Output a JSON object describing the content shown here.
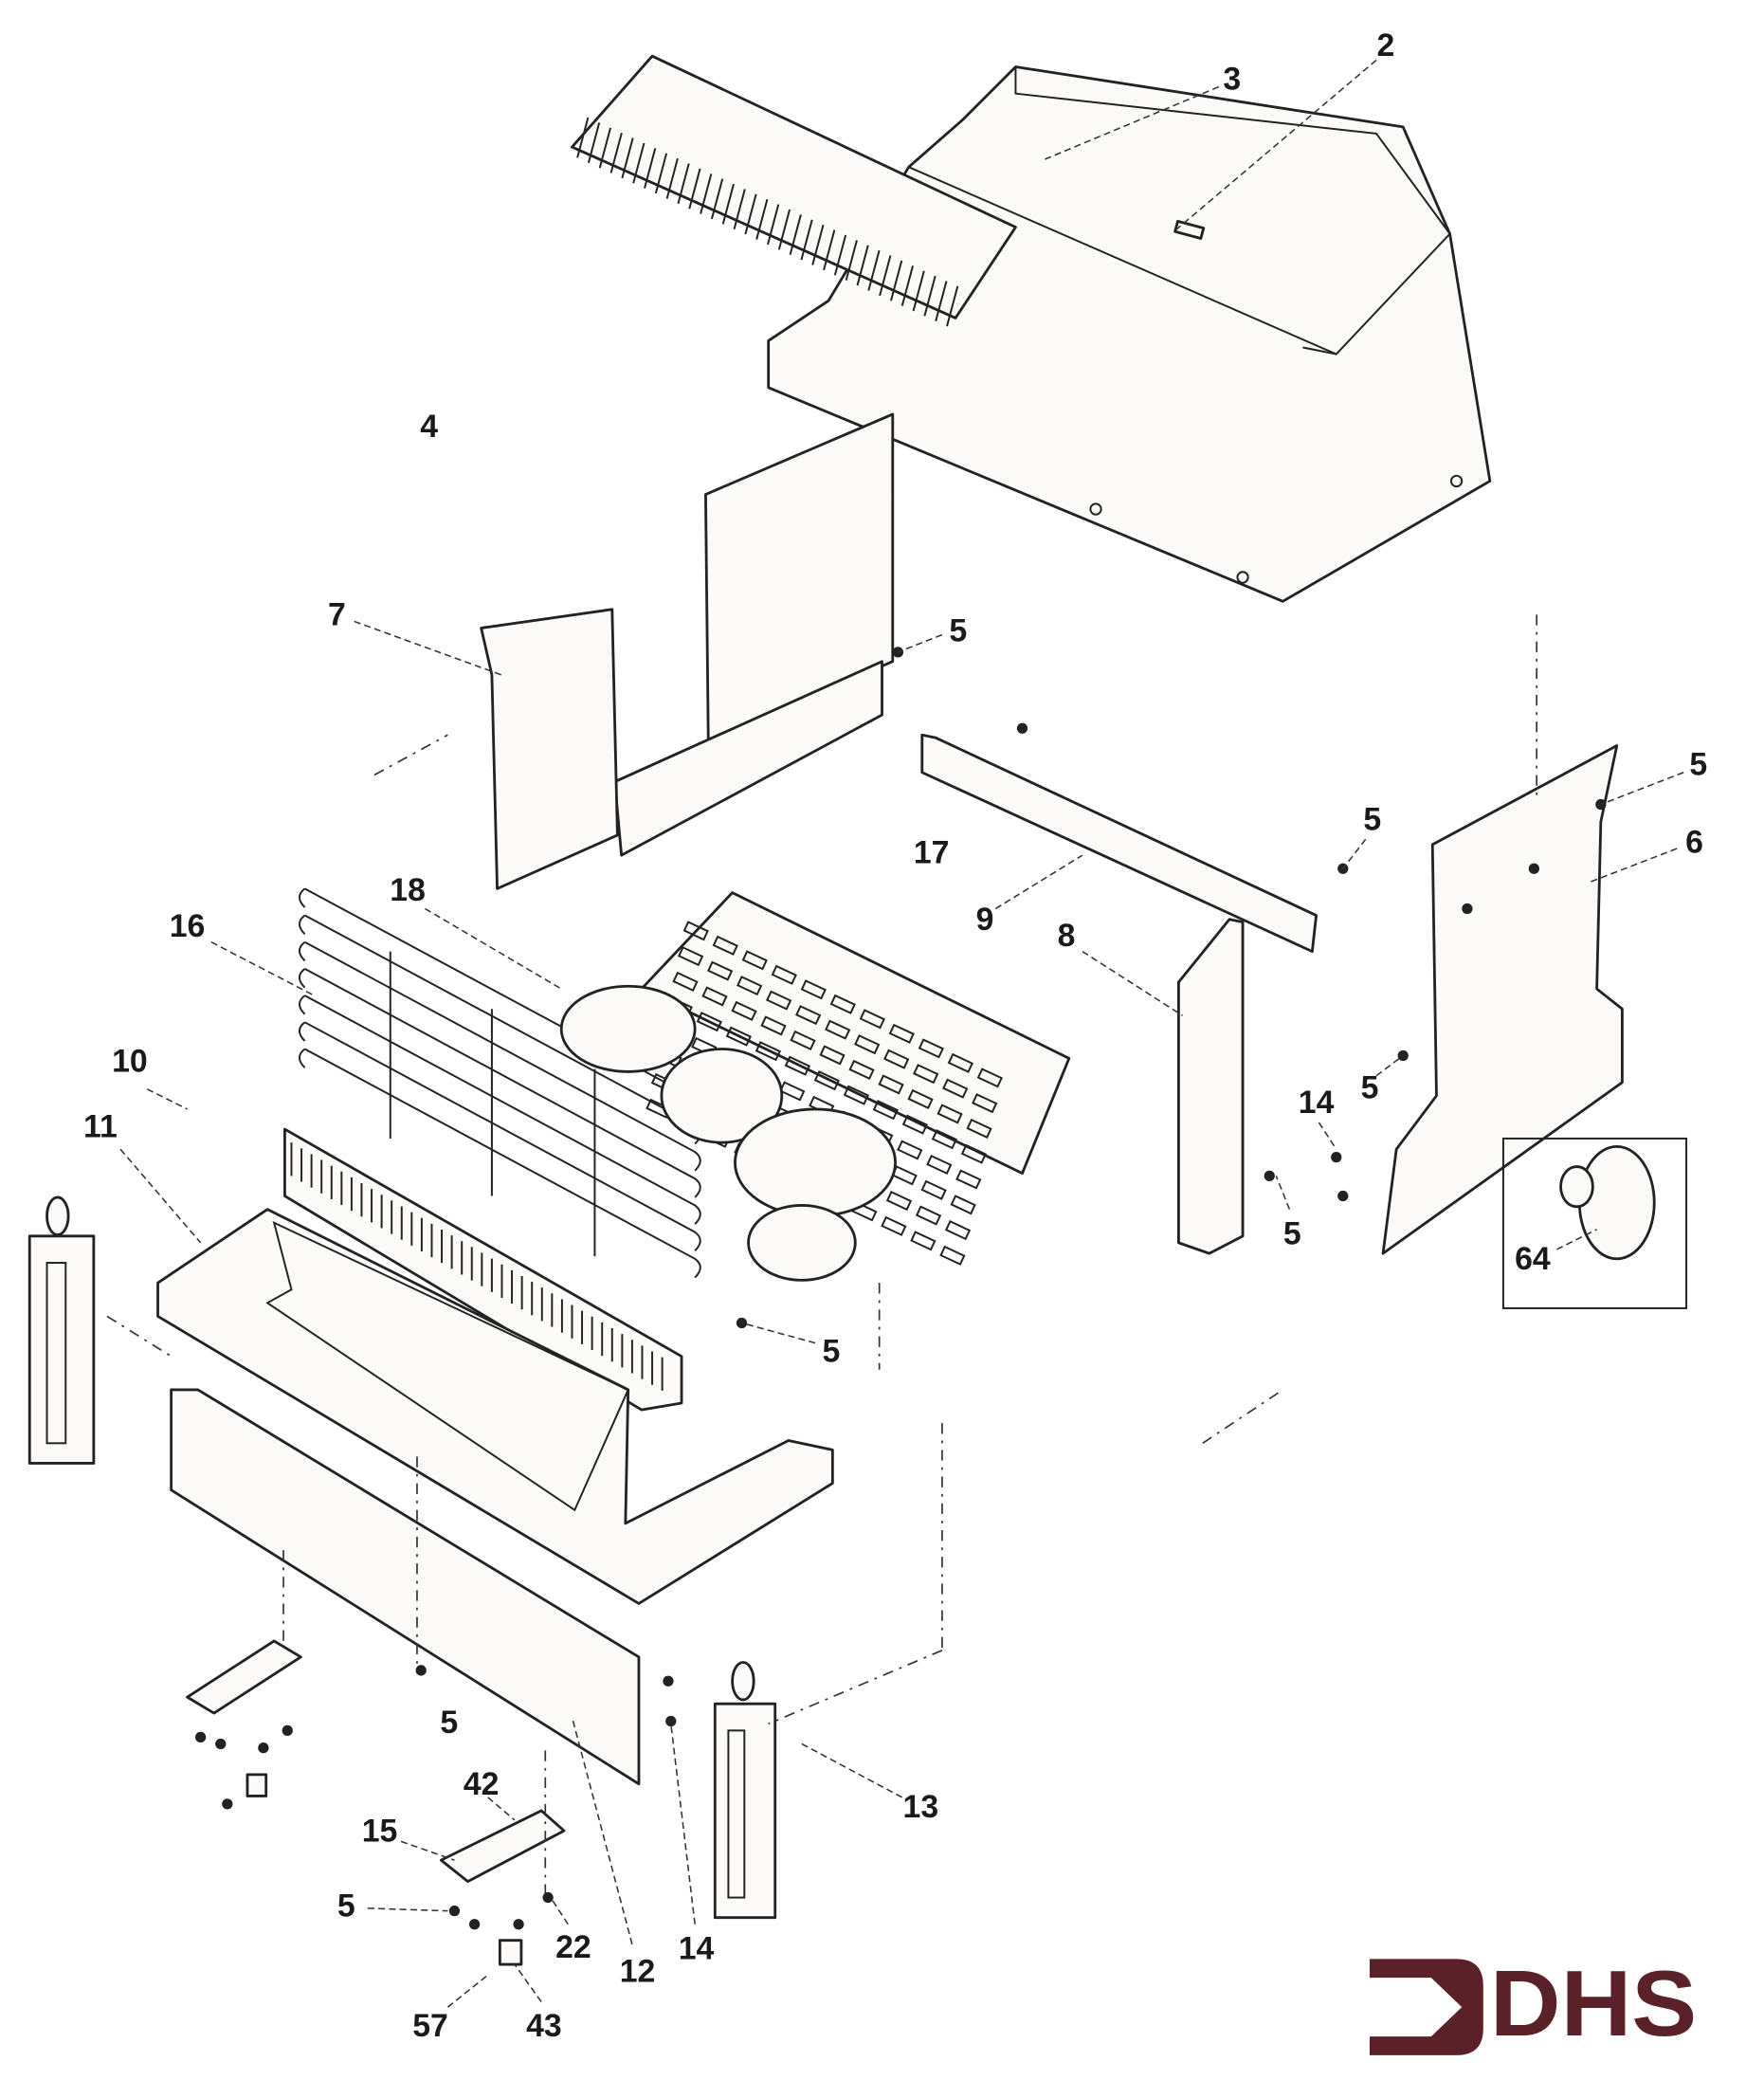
{
  "diagram": {
    "type": "exploded-parts-view",
    "callouts": [
      "2",
      "3",
      "4",
      "5",
      "7",
      "5",
      "5",
      "6",
      "17",
      "18",
      "16",
      "9",
      "8",
      "10",
      "5",
      "14",
      "11",
      "5",
      "64",
      "5",
      "5",
      "13",
      "42",
      "15",
      "5",
      "22",
      "12",
      "14",
      "57",
      "43"
    ]
  },
  "logo": {
    "text": "DHS",
    "color": "#5a2228"
  }
}
